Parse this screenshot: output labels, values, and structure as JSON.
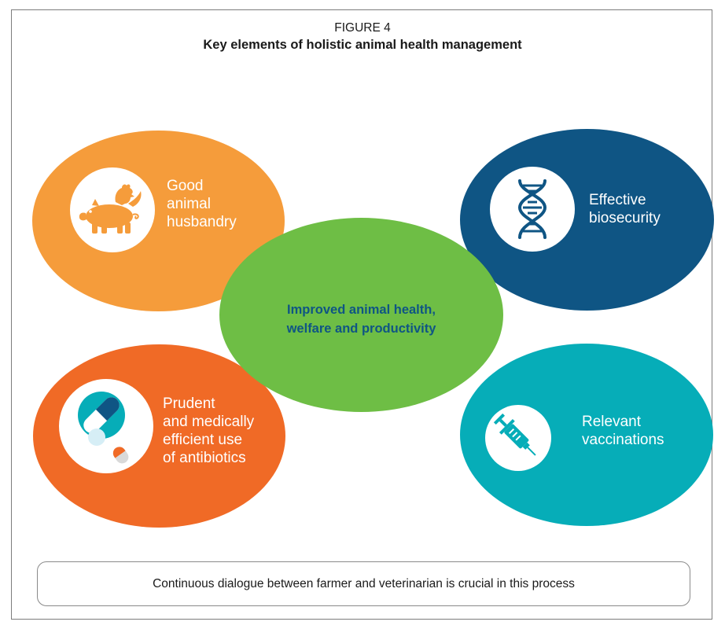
{
  "figure": {
    "label": "FIGURE 4",
    "title": "Key elements of holistic animal health management"
  },
  "elements": {
    "husbandry": {
      "lines": [
        "Good",
        "animal",
        "husbandry"
      ],
      "color": "#f59c3b",
      "icon": "pig-and-rooster-icon"
    },
    "biosecurity": {
      "lines": [
        "Effective",
        "biosecurity"
      ],
      "color": "#0f5584",
      "icon": "dna-icon"
    },
    "antibiotics": {
      "lines": [
        "Prudent",
        "and medically",
        "efficient use",
        "of antibiotics"
      ],
      "color": "#f06a26",
      "icon": "pills-icon"
    },
    "vaccinations": {
      "lines": [
        "Relevant",
        "vaccinations"
      ],
      "color": "#06adb8",
      "icon": "syringe-icon"
    }
  },
  "center": {
    "lines": [
      "Improved animal health,",
      "welfare and productivity"
    ],
    "color": "#6ebe45",
    "text_color": "#0f5584"
  },
  "note": "Continuous dialogue between farmer and veterinarian is crucial in this process"
}
